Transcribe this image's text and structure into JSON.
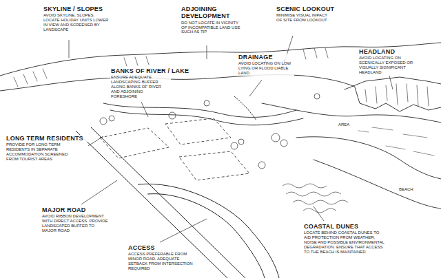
{
  "diagram": {
    "labels": [
      "SKYLINE / SLOPES",
      "AVOID SKYLINE, SLOPES. LOCATE HOLIDAY UNITS LOWER IN VIEW AND SCREENED BY LANDSCAPE",
      "ADJOINING DEVELOPMENT",
      "DO NOT LOCATE IN VICINITY OF INCOMPATIBLE LAND USE SUCH AS TIP",
      "SCENIC LOOKOUT",
      "MINIMISE VISUAL IMPACT OF SITE FROM LOOKOUT",
      "HEADLAND",
      "AVOID LOCATING ON SCENICALLY EXPOSED OR VISUALLY SIGNIFICANT HEADLAND",
      "DRAINAGE",
      "AVOID LOCATING ON LOW LYING OR FLOOD LIABLE LAND",
      "BANKS OF RIVER / LAKE",
      "ENSURE ADEQUATE LANDSCAPING BUFFER ALONG BANKS OF RIVER AND ADJOINING FORESHORE",
      "LONG TERM RESIDENTS",
      "PROVIDE FOR LONG TERM RESIDENTS IN SEPARATE ACCOMMODATION SCREENED FROM TOURIST AREAS",
      "MAJOR ROAD",
      "AVOID RIBBON DEVELOPMENT WITH DIRECT ACCESS. PROVIDE LANDSCAPED BUFFER TO MAJOR ROAD",
      "ACCESS",
      "ACCESS PREFERABLE FROM MINOR ROAD. ADEQUATE SETBACK FROM INTERSECTION REQUIRED",
      "COASTAL DUNES",
      "LOCATE BEHIND COASTAL DUNES TO AID PROTECTION FROM WEATHER, NOISE AND POSSIBLE ENVIRONMENTAL DEGRADATION. ENSURE THAT ACCESS TO THE BEACH IS MAINTAINED",
      "AREA",
      "BEACH"
    ]
  }
}
